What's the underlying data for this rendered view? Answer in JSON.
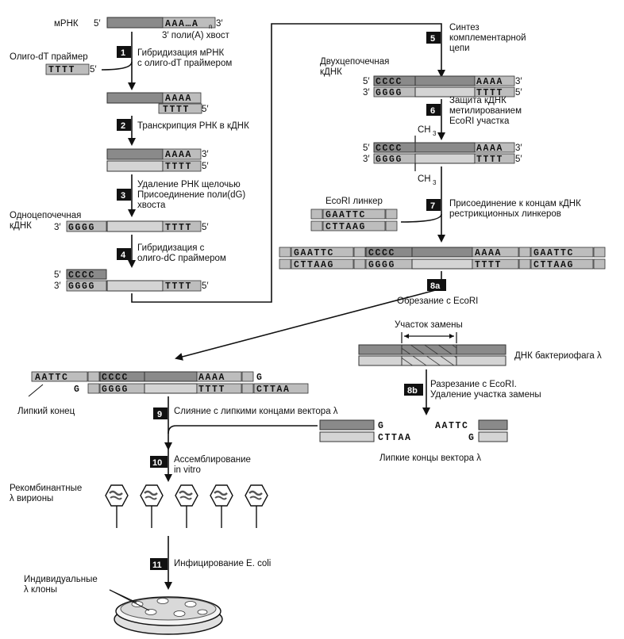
{
  "labels": {
    "mrna": "мРНК",
    "polya_tail": "3′ поли(A) хвост",
    "oligo_dt_primer": "Олиго-dT праймер",
    "ss_cdna_l1": "Одноцепочечная",
    "ss_cdna_l2": "кДНК",
    "ds_cdna_l1": "Двухцепочечная",
    "ds_cdna_l2": "кДНК",
    "ecori_linker": "EcoRI линкер",
    "sticky_end": "Липкий конец",
    "replace_region": "Участок замены",
    "phage_dna": "ДНК бактериофага λ",
    "vector_ends": "Липкие концы вектора λ",
    "recomb_l1": "Рекомбинантные",
    "recomb_l2": "λ вирионы",
    "clones_l1": "Индивидуальные",
    "clones_l2": "λ клоны",
    "ch3": "CH",
    "sub3": "3"
  },
  "steps": {
    "s1": {
      "num": "1",
      "l1": "Гибридизация мРНК",
      "l2": "с олиго-dT праймером"
    },
    "s2": {
      "num": "2",
      "l1": "Транскрипция РНК в кДНК"
    },
    "s3": {
      "num": "3",
      "l1": "Удаление РНК щелочью",
      "l2": "Присоединение поли(dG)",
      "l3": "хвоста"
    },
    "s4": {
      "num": "4",
      "l1": "Гибридизация с",
      "l2": "олиго-dC праймером"
    },
    "s5": {
      "num": "5",
      "l1": "Синтез",
      "l2": "комплементарной",
      "l3": "цепи"
    },
    "s6": {
      "num": "6",
      "l1": "Защита кДНК",
      "l2": "метилированием",
      "l3": "EcoRI участка"
    },
    "s7": {
      "num": "7",
      "l1": "Присоединение к концам кДНК",
      "l2": "рестрикционных линкеров"
    },
    "s8a": {
      "num": "8a",
      "l1": "Обрезание с EcoRI"
    },
    "s8b": {
      "num": "8b",
      "l1": "Разрезание с EcoRI.",
      "l2": "Удаление участка замены"
    },
    "s9": {
      "num": "9",
      "l1": "Слияние с липкими концами вектора λ"
    },
    "s10": {
      "num": "10",
      "l1": "Ассемблирование",
      "l2": "in vitro"
    },
    "s11": {
      "num": "11",
      "l1": "Инфицирование E. coli"
    }
  },
  "seq": {
    "p5": "5′",
    "p3": "3′",
    "aaa_dots": "AAA…A",
    "sub_n": "n",
    "aaaa": "AAAA",
    "tttt": "TTTT",
    "cccc": "CCCC",
    "gggg": "GGGG",
    "gaattc": "GAATTC",
    "cttaag": "CTTAAG",
    "aattc": "AATTC",
    "cttaa": "CTTAA",
    "g": "G"
  },
  "colors": {
    "strand_dark": "#8a8a8a",
    "strand_light": "#d4d4d4",
    "badge": "#111111"
  }
}
